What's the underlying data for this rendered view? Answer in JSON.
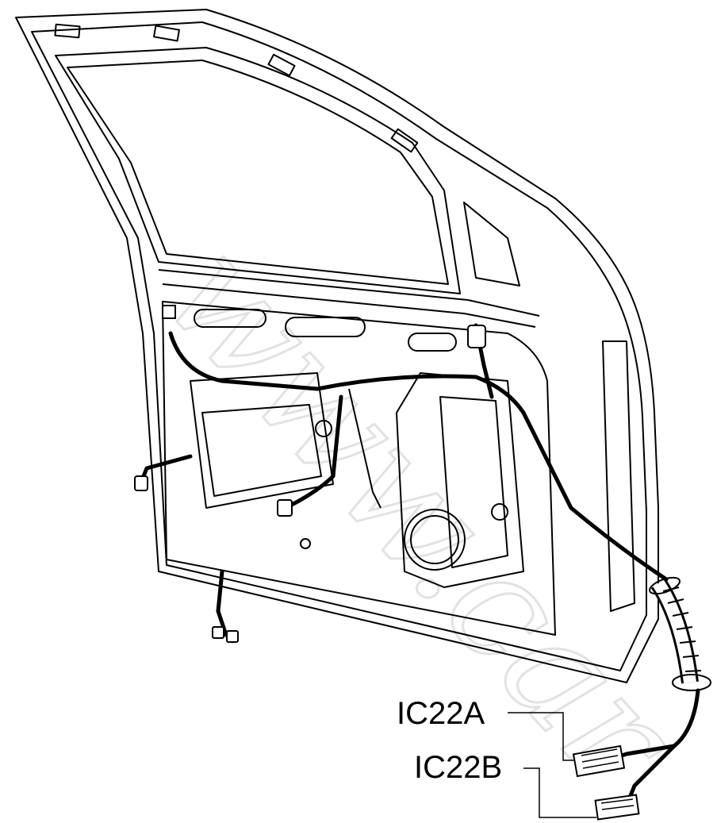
{
  "labels": {
    "connector_a": "IC22A",
    "connector_b": "IC22B"
  },
  "watermark": "www.car",
  "colors": {
    "line": "#000000",
    "background": "#ffffff",
    "watermark": "#e2e2e2"
  }
}
